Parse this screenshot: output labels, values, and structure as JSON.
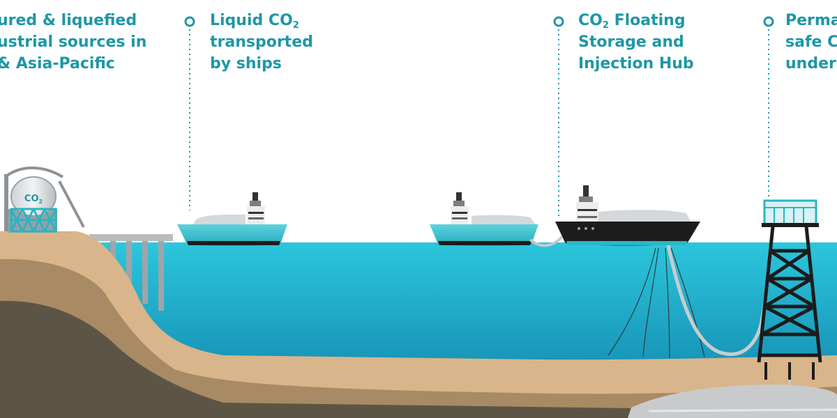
{
  "steps": [
    {
      "lines": [
        "ured & liquefied",
        "ustrial sources in",
        "& Asia-Pacific"
      ]
    },
    {
      "line1_main": "Liquid CO",
      "line1_sub": "2",
      "lines": [
        "transported",
        "by ships"
      ]
    },
    {
      "line1_main": "CO",
      "line1_sub": "2",
      "line1_rest": " Floating",
      "lines": [
        "Storage and",
        "Injection Hub"
      ]
    },
    {
      "lines": [
        "Perma",
        "safe C",
        "underg"
      ]
    }
  ],
  "tank_label": {
    "main": "CO",
    "sub": "2"
  },
  "colors": {
    "accent": "#1e97a6",
    "sea_top": "#2cc6dc",
    "sea_bottom": "#0e7fa8",
    "sand": "#d8b58a",
    "soil_mid": "#a88a64",
    "soil_dark": "#5c5545",
    "ship_teal": "#34bccb",
    "ship_black": "#1c1c1c"
  }
}
